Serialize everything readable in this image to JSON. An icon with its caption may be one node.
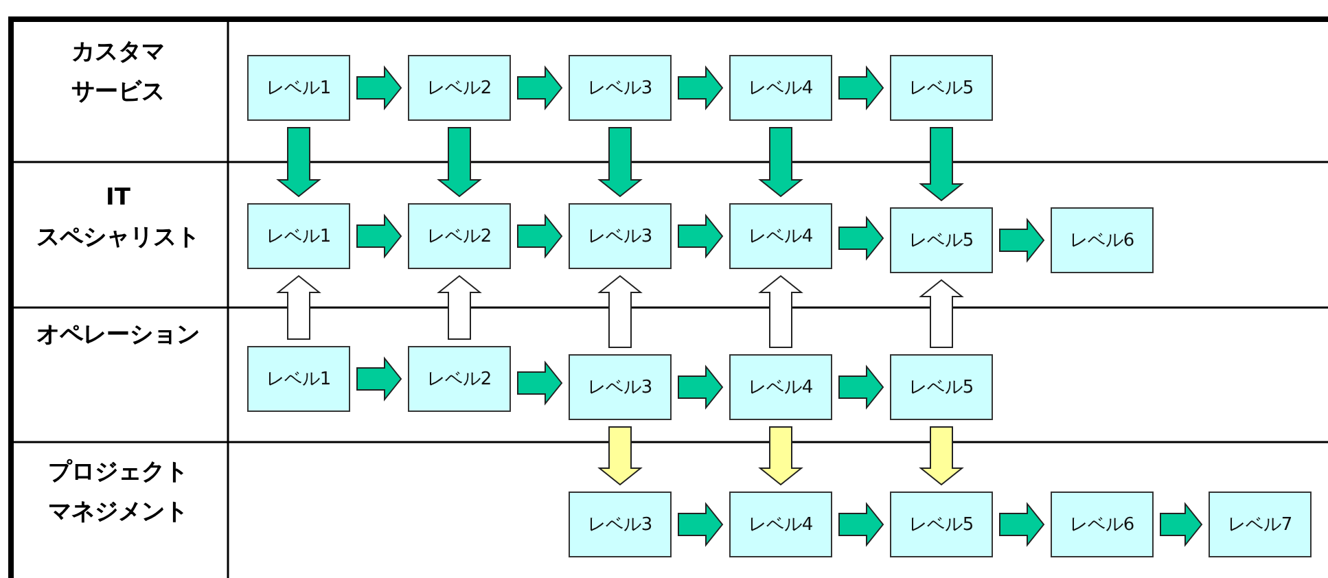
{
  "diagram": {
    "nodes": [
      {
        "text": [
          "レベル1"
        ]
      },
      {
        "text": [
          "レベル2"
        ]
      },
      {
        "text": [
          "レベル3"
        ]
      },
      {
        "text": [
          "レベル4"
        ]
      },
      {
        "text": [
          "レベル5"
        ]
      },
      {
        "text": [
          "レベル1"
        ]
      },
      {
        "text": [
          "レベル2"
        ]
      },
      {
        "text": [
          "レベル3"
        ]
      },
      {
        "text": [
          "レベル4"
        ]
      },
      {
        "text": [
          "レベル5"
        ]
      },
      {
        "text": [
          "レベル6"
        ]
      },
      {
        "text": [
          "レベル1"
        ]
      },
      {
        "text": [
          "レベル2"
        ]
      },
      {
        "text": [
          "レベル3"
        ]
      },
      {
        "text": [
          "レベル4"
        ]
      },
      {
        "text": [
          "レベル5"
        ]
      },
      {
        "text": [
          "レベル3"
        ]
      },
      {
        "text": [
          "レベル4"
        ]
      },
      {
        "text": [
          "レベル5"
        ]
      },
      {
        "text": [
          "レベル6"
        ]
      },
      {
        "text": [
          "レベル7"
        ]
      }
    ],
    "edges": [
      {
        "from": 0,
        "to": 1,
        "arrow": "to"
      },
      {
        "from": 1,
        "to": 2,
        "arrow": "to"
      },
      {
        "from": 2,
        "to": 3,
        "arrow": "to"
      },
      {
        "from": 3,
        "to": 4,
        "arrow": "to"
      },
      {
        "from": 0,
        "to": 5,
        "arrow": "to"
      },
      {
        "from": 1,
        "to": 6,
        "arrow": "to"
      },
      {
        "from": 2,
        "to": 7,
        "arrow": "to"
      },
      {
        "from": 3,
        "to": 8,
        "arrow": "to"
      },
      {
        "from": 4,
        "to": 9,
        "arrow": "to"
      },
      {
        "from": 5,
        "to": 6,
        "arrow": "to"
      },
      {
        "from": 6,
        "to": 7,
        "arrow": "to"
      },
      {
        "from": 7,
        "to": 8,
        "arrow": "to"
      },
      {
        "from": 8,
        "to": 9,
        "arrow": "to"
      },
      {
        "from": 9,
        "to": 10,
        "arrow": "to"
      },
      {
        "from": 11,
        "to": 5,
        "arrow": "to",
        "color": "#ffffff"
      },
      {
        "from": 12,
        "to": 6,
        "arrow": "to",
        "color": "#ffffff"
      },
      {
        "from": 13,
        "to": 7,
        "arrow": "to",
        "color": "#ffffff"
      },
      {
        "from": 14,
        "to": 8,
        "arrow": "to",
        "color": "#ffffff"
      },
      {
        "from": 15,
        "to": 9,
        "arrow": "to",
        "color": "#ffffff"
      },
      {
        "from": 11,
        "to": 12,
        "arrow": "to"
      },
      {
        "from": 12,
        "to": 13,
        "arrow": "to"
      },
      {
        "from": 13,
        "to": 14,
        "arrow": "to"
      },
      {
        "from": 14,
        "to": 15,
        "arrow": "to"
      },
      {
        "from": 13,
        "to": 16,
        "arrow": "to",
        "color": "#ffff99"
      },
      {
        "from": 14,
        "to": 17,
        "arrow": "to",
        "color": "#ffff99"
      },
      {
        "from": 15,
        "to": 18,
        "arrow": "to",
        "color": "#ffff99"
      },
      {
        "from": 16,
        "to": 17,
        "arrow": "to"
      },
      {
        "from": 17,
        "to": 18,
        "arrow": "to"
      },
      {
        "from": 18,
        "to": 19,
        "arrow": "to"
      },
      {
        "from": 19,
        "to": 20,
        "arrow": "to"
      }
    ],
    "labels": [
      "カスタマサービス",
      "ITスペシャリスト",
      "オペレーション",
      "プロジェクトマネジメント"
    ]
  }
}
